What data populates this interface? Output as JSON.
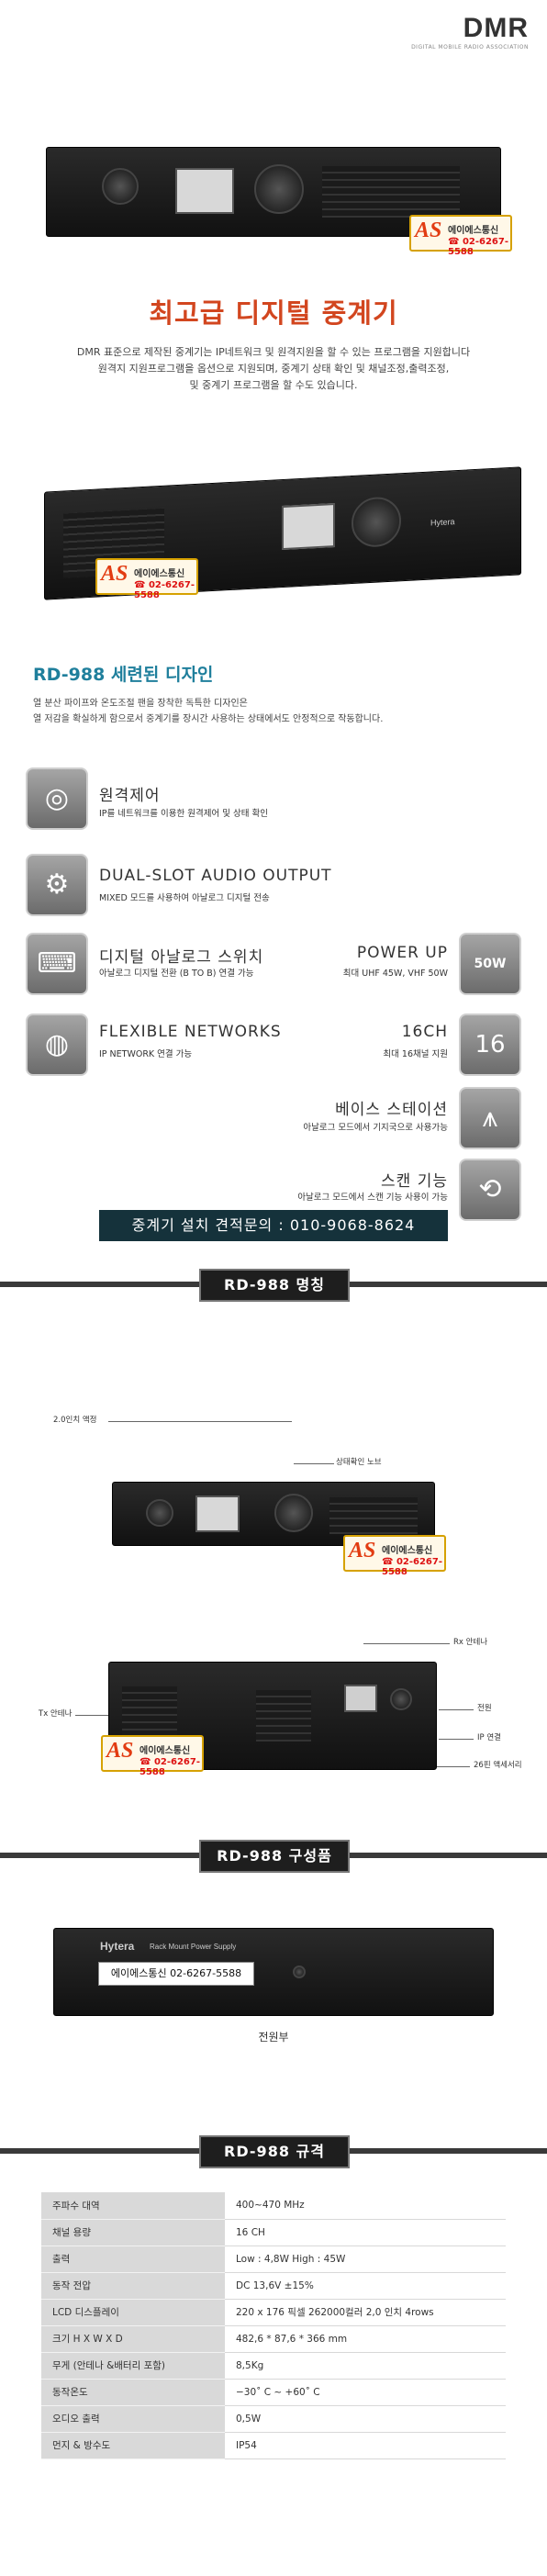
{
  "brand": {
    "logo": "DMR",
    "sub": "DIGITAL MOBILE RADIO ASSOCIATION"
  },
  "as_badge": {
    "mark": "AS",
    "name": "에이에스통신",
    "phone": "☎ 02-6267-5588"
  },
  "hero": {
    "title": "최고급 디지털 중계기",
    "intro": [
      "DMR 표준으로 제작된 중계기는 IP네트워크 및 원격지원을 할 수 있는 프로그램을 지원합니다",
      "원격지 지원프로그램을 옵션으로 지원되며, 중계기 상태 확인 및 채널조정,출력조정,",
      "및 중계기 프로그램을 할 수도 있습니다."
    ]
  },
  "device_brand": "Hytera",
  "design": {
    "title": "RD-988 세련된 디자인",
    "desc": [
      "열 분산 파이프와 온도조절 팬을 장착한 독특한 디자인은",
      "열 저감을 확실하게 함으로서 중계기를 장시간 사용하는 상태에서도 안정적으로 작동합니다."
    ]
  },
  "features": {
    "remote": {
      "title": "원격제어",
      "desc": "IP를 네트워크를 이용한 원격제어 및 상태 확인",
      "icon": "remote-control-icon"
    },
    "dual": {
      "title": "DUAL-SLOT AUDIO OUTPUT",
      "desc": "MIXED 모드를 사용하여 아날로그 디지털 전송",
      "icon": "gears-icon"
    },
    "switch": {
      "title": "디지털 아날로그 스위치",
      "desc": "아날로그 디지털 전환 (B TO B) 연결 가능",
      "icon": "keyboard-icon"
    },
    "power": {
      "title": "POWER UP",
      "desc": "최대 UHF 45W, VHF 50W",
      "icon": "power-50w-icon",
      "badge": "50W"
    },
    "network": {
      "title": "FLEXIBLE NETWORKS",
      "desc": "IP NETWORK 연결 가능",
      "icon": "globe-icon"
    },
    "channel": {
      "title": "16CH",
      "desc": "최대 16채널 지원",
      "badge": "16"
    },
    "base": {
      "title": "베이스 스테이션",
      "desc": "아날로그 모드에서 기지국으로 사용가능",
      "icon": "antenna-tower-icon"
    },
    "scan": {
      "title": "스캔 기능",
      "desc": "아날로그 모드에서 스캔 기능 사용이 가능",
      "icon": "scan-arrows-icon"
    }
  },
  "contact": {
    "text": "중계기 설치 견적문의 : 010-9068-8624"
  },
  "parts": {
    "tag": "RD-988 명칭",
    "lcd": "2.0인치 액정",
    "status": "상태확인 노브",
    "rx": "Rx 안테나",
    "tx": "Tx 안테나",
    "power": "전원",
    "ip": "IP 연결",
    "accessory": "26핀 액세서리"
  },
  "components": {
    "tag": "RD-988 구성품",
    "psu_brand": "Hytera",
    "psu_model": "Rack Mount Power Supply",
    "psu_label": "에이에스통신 02-6267-5588",
    "caption": "전원부"
  },
  "specs": {
    "tag": "RD-988 규격",
    "rows": [
      {
        "k": "주파수 대역",
        "v": "400~470 MHz"
      },
      {
        "k": "채널 용량",
        "v": "16 CH"
      },
      {
        "k": "출력",
        "v": "Low : 4,8W     High : 45W"
      },
      {
        "k": "동작 전압",
        "v": "DC 13,6V  ±15%"
      },
      {
        "k": "LCD 디스플레이",
        "v": "220  x 176 픽셀 262000컬러 2,0 인치 4rows"
      },
      {
        "k": "크기 H X W X D",
        "v": "482,6 * 87,6 * 366 mm"
      },
      {
        "k": "무게 (안테나 &배터리 포함)",
        "v": "8,5Kg"
      },
      {
        "k": "동작온도",
        "v": "−30˚ C ~ +60˚ C"
      },
      {
        "k": "오디오 출력",
        "v": "0,5W"
      },
      {
        "k": "먼지 & 방수도",
        "v": "IP54"
      }
    ]
  }
}
